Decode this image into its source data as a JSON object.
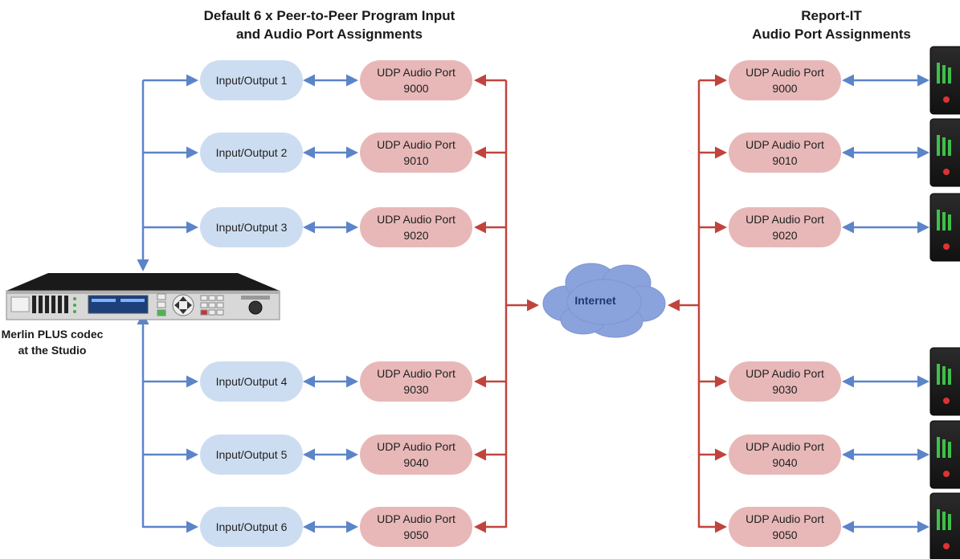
{
  "headings": {
    "left_line1": "Default 6 x Peer-to-Peer Program Input",
    "left_line2": "and Audio Port Assignments",
    "right_line1": "Report-IT",
    "right_line2": "Audio Port Assignments"
  },
  "codec": {
    "caption_line1": "Merlin PLUS codec",
    "caption_line2": "at the Studio"
  },
  "network": {
    "label": "Internet"
  },
  "left_channels": [
    {
      "io": "Input/Output 1",
      "udp_label": "UDP Audio Port",
      "udp_port": "9000"
    },
    {
      "io": "Input/Output 2",
      "udp_label": "UDP Audio Port",
      "udp_port": "9010"
    },
    {
      "io": "Input/Output 3",
      "udp_label": "UDP Audio Port",
      "udp_port": "9020"
    },
    {
      "io": "Input/Output 4",
      "udp_label": "UDP Audio Port",
      "udp_port": "9030"
    },
    {
      "io": "Input/Output 5",
      "udp_label": "UDP Audio Port",
      "udp_port": "9040"
    },
    {
      "io": "Input/Output 6",
      "udp_label": "UDP Audio Port",
      "udp_port": "9050"
    }
  ],
  "right_channels": [
    {
      "udp_label": "UDP Audio Port",
      "udp_port": "9000"
    },
    {
      "udp_label": "UDP Audio Port",
      "udp_port": "9010"
    },
    {
      "udp_label": "UDP Audio Port",
      "udp_port": "9020"
    },
    {
      "udp_label": "UDP Audio Port",
      "udp_port": "9030"
    },
    {
      "udp_label": "UDP Audio Port",
      "udp_port": "9040"
    },
    {
      "udp_label": "UDP Audio Port",
      "udp_port": "9050"
    }
  ],
  "colors": {
    "io_fill": "#cdddf1",
    "udp_fill": "#e8b8b8",
    "blue_arrow": "#5b84c9",
    "red_arrow": "#c0443c",
    "cloud_fill": "#8aa3dd"
  }
}
